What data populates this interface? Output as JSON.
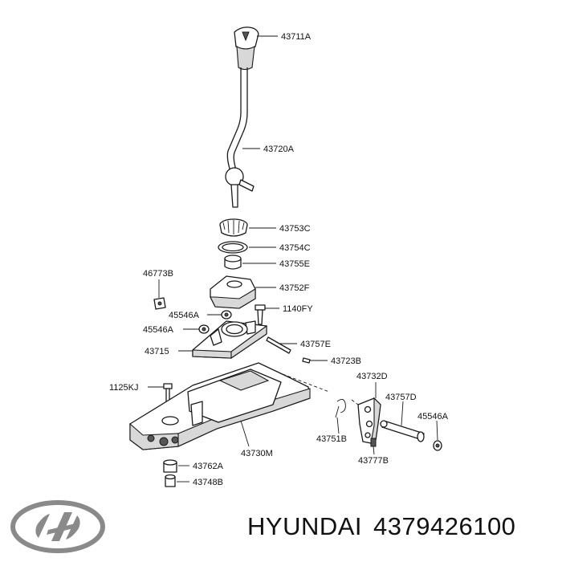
{
  "brand": "HYUNDAI",
  "part_number": "4379426100",
  "logo_icon": "hyundai-logo-icon",
  "callouts": {
    "p43711A": "43711A",
    "p43720A": "43720A",
    "p43753C": "43753C",
    "p43754C": "43754C",
    "p43755E": "43755E",
    "p46773B": "46773B",
    "p43752F": "43752F",
    "p45546A_1": "45546A",
    "p1140FY": "1140FY",
    "p45546A_2": "45546A",
    "p43757E": "43757E",
    "p43715": "43715",
    "p43723B": "43723B",
    "p43732D": "43732D",
    "p1125KJ": "1125KJ",
    "p43757D": "43757D",
    "p45546A_3": "45546A",
    "p43751B": "43751B",
    "p43730M": "43730M",
    "p43777B": "43777B",
    "p43762A": "43762A",
    "p43748B": "43748B"
  }
}
